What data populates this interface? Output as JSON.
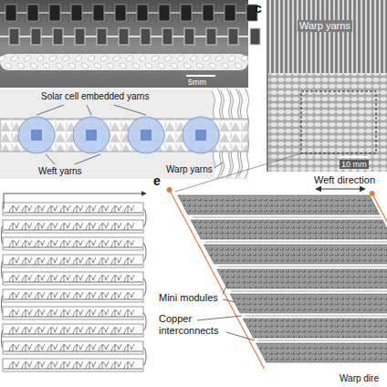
{
  "diagram": {
    "labels": [
      "5mm",
      "Solar cell embedded yarns",
      "Weft yarns",
      "Warp yarns",
      "c",
      "Warp yarns",
      "10 mm",
      "e",
      "Weft direction",
      "Mini modules",
      "Copper interconnects",
      "Warp dire"
    ]
  }
}
